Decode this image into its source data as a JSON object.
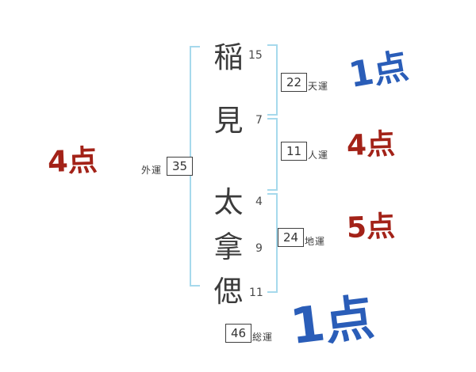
{
  "name": {
    "chars": [
      {
        "char": "稲",
        "strokes": "15"
      },
      {
        "char": "見",
        "strokes": "7"
      },
      {
        "char": "太",
        "strokes": "4"
      },
      {
        "char": "拿",
        "strokes": "9"
      },
      {
        "char": "偲",
        "strokes": "11"
      }
    ]
  },
  "fortunes": {
    "tenun": {
      "label": "天運",
      "value": "22",
      "score": "1点",
      "score_color": "blue"
    },
    "jinun": {
      "label": "人運",
      "value": "11",
      "score": "4点",
      "score_color": "red"
    },
    "chiun": {
      "label": "地運",
      "value": "24",
      "score": "5点",
      "score_color": "red"
    },
    "gaiun": {
      "label": "外運",
      "value": "35",
      "score": "4点",
      "score_color": "red"
    },
    "soun": {
      "label": "総運",
      "value": "46",
      "score": "1点",
      "score_color": "blue"
    }
  },
  "colors": {
    "bracket": "#a6d9ec",
    "red_score": "#a32218",
    "blue_score": "#2a5db8",
    "ink": "#3b3b3b"
  }
}
